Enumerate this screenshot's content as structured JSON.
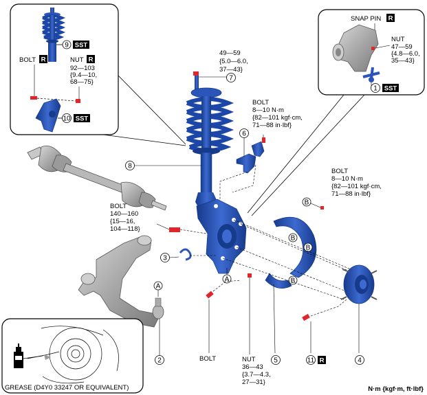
{
  "callouts": {
    "c1": "1",
    "c2": "2",
    "c3": "3",
    "c4": "4",
    "c5": "5",
    "c6": "6",
    "c7": "7",
    "c8": "8",
    "c9": "9",
    "c10": "10",
    "c11": "11"
  },
  "sst": "SST",
  "r_mark": "R",
  "letters": {
    "a": "A",
    "b": "B"
  },
  "inset_strut": {
    "bolt_label": "BOLT",
    "nut_label": "NUT",
    "nut_torque": [
      "92—103",
      "{9.4—10,",
      "68—75}"
    ]
  },
  "inset_knuckle": {
    "snap_pin_label": "SNAP PIN",
    "nut_label": "NUT",
    "nut_torque": [
      "47—59",
      "{4.8—6.0,",
      "35—43}"
    ]
  },
  "torque_top_nut": [
    "49—59",
    "{5.0—6.0,",
    "37—43}"
  ],
  "bolt_6": {
    "label": "BOLT",
    "torque": [
      "8—10 N·m",
      "{82—101 kgf·cm,",
      "71—88 in·lbf}"
    ]
  },
  "bolt_b": {
    "label": "BOLT",
    "torque": [
      "8—10 N·m",
      "{82—101 kgf·cm,",
      "71—88 in·lbf}"
    ]
  },
  "bolt_knuckle": {
    "label": "BOLT",
    "torque": [
      "140—160",
      "{15—16,",
      "104—118}"
    ]
  },
  "bolt_bottom": "BOLT",
  "nut_bottom": {
    "label": "NUT",
    "torque": [
      "36—43",
      "{3.7—4.3,",
      "27—31}"
    ]
  },
  "grease_note": "GREASE (D4Y0 33247 OR EQUIVALENT)",
  "units_note": "N·m {kgf·m, ft·lbf}",
  "colors": {
    "part_blue": "#2b55b8",
    "part_blue_dark": "#163a8c",
    "bolt_red": "#e0262b",
    "gray": "#9a9a9a"
  }
}
